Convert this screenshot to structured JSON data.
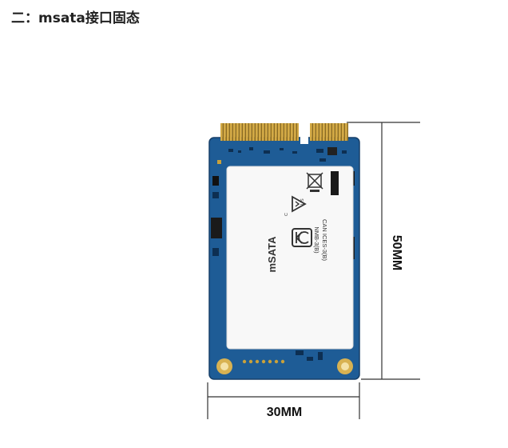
{
  "heading": "二：msata接口固态",
  "drive": {
    "label_text": "mSATA",
    "cert_line1": "CAN ICES-3(B)",
    "cert_line2": "NMB-3(B)",
    "ul_c": "C",
    "ul_us": "US"
  },
  "dimensions": {
    "width_label": "30MM",
    "height_label": "50MM"
  },
  "colors": {
    "pcb": "#1f5f9a",
    "gold": "#c9a13a",
    "label": "#f7f7f7"
  }
}
